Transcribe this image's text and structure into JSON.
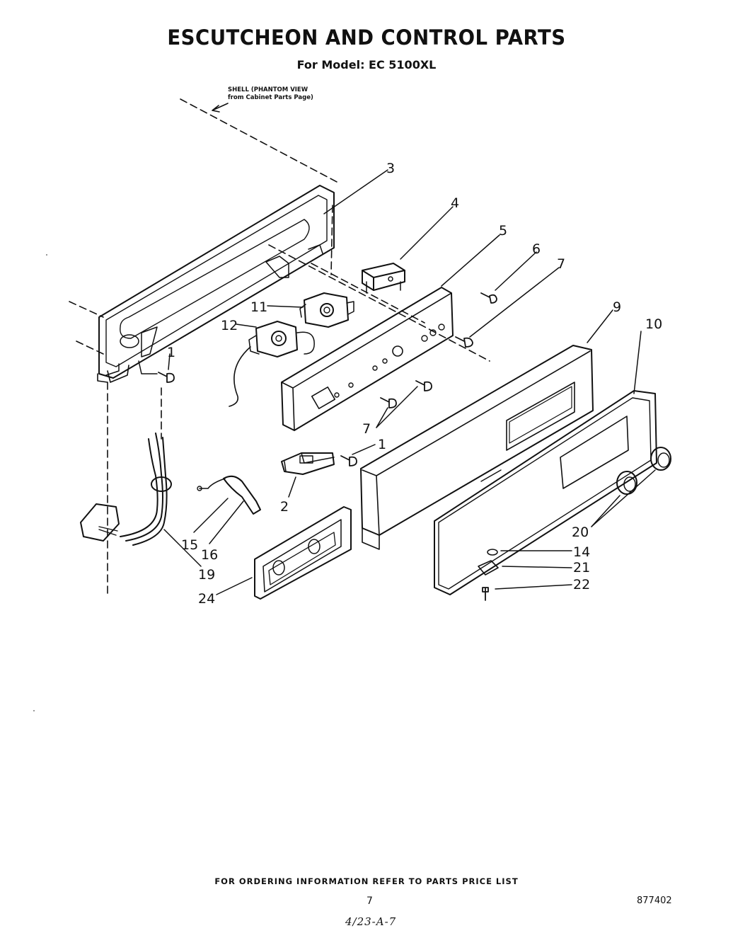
{
  "title": "ESCUTCHEON AND CONTROL PARTS",
  "subtitle": "For Model: EC 5100XL",
  "shell_note": {
    "line1": "SHELL (PHANTOM VIEW",
    "line2": "from Cabinet Parts Page)"
  },
  "callouts": {
    "c1a": "1",
    "c1b": "1",
    "c2": "2",
    "c3": "3",
    "c4": "4",
    "c5": "5",
    "c6": "6",
    "c7a": "7",
    "c7b": "7",
    "c9": "9",
    "c10": "10",
    "c11": "11",
    "c12": "12",
    "c14": "14",
    "c15": "15",
    "c16": "16",
    "c19": "19",
    "c20": "20",
    "c21": "21",
    "c22": "22",
    "c24": "24"
  },
  "footer": {
    "ordering_note": "FOR ORDERING INFORMATION REFER TO PARTS PRICE LIST",
    "page_number": "7",
    "document_number": "877402",
    "handwritten_code": "4/23-A-7"
  }
}
